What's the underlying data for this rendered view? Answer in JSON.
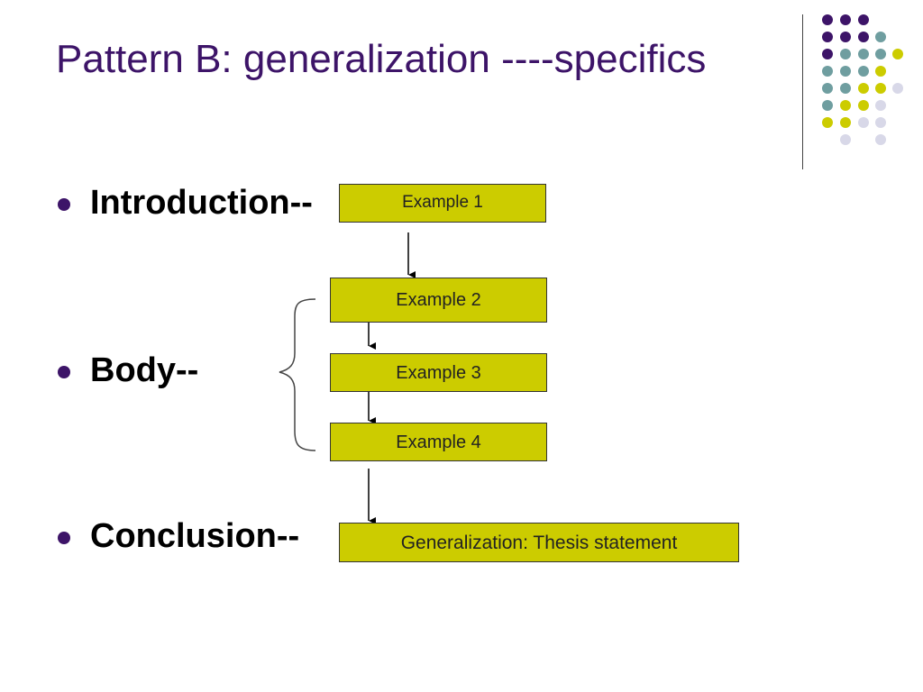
{
  "slide": {
    "title": "Pattern B: generalization ----specifics",
    "bullets": [
      {
        "label": "Introduction--"
      },
      {
        "label": "Body--"
      },
      {
        "label": "Conclusion--"
      }
    ],
    "boxes": [
      {
        "label": "Example 1"
      },
      {
        "label": "Example 2"
      },
      {
        "label": "Example 3"
      },
      {
        "label": "Example 4"
      },
      {
        "label": "Generalization: Thesis statement"
      }
    ]
  },
  "colors": {
    "title": "#3d1468",
    "box_fill": "#cccc00",
    "dot_purple": "#3d1468",
    "dot_teal": "#6f9ea0",
    "dot_yellow": "#cccc00",
    "dot_lavender": "#d8d8e8"
  }
}
